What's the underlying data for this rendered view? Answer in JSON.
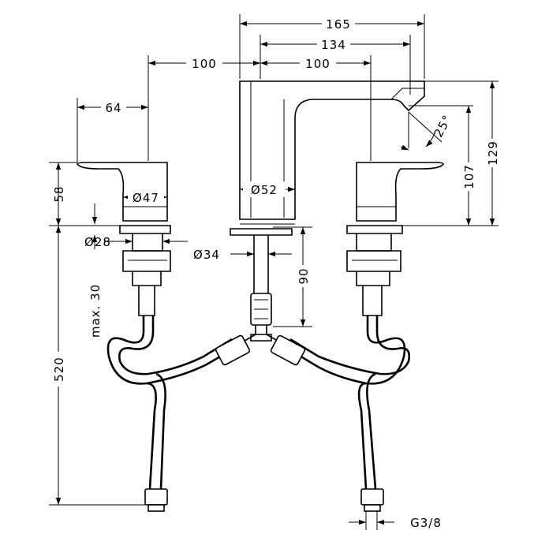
{
  "dimensions": {
    "d165": "165",
    "d134": "134",
    "d100_left": "100",
    "d100_right": "100",
    "d64": "64",
    "d58": "58",
    "d47": "Ø47",
    "d52": "Ø52",
    "d28": "Ø28",
    "d34": "Ø34",
    "d90": "90",
    "d_max30": "max. 30",
    "d520": "520",
    "d107": "107",
    "d129": "129",
    "d25": "25°",
    "thread": "G3/8"
  }
}
